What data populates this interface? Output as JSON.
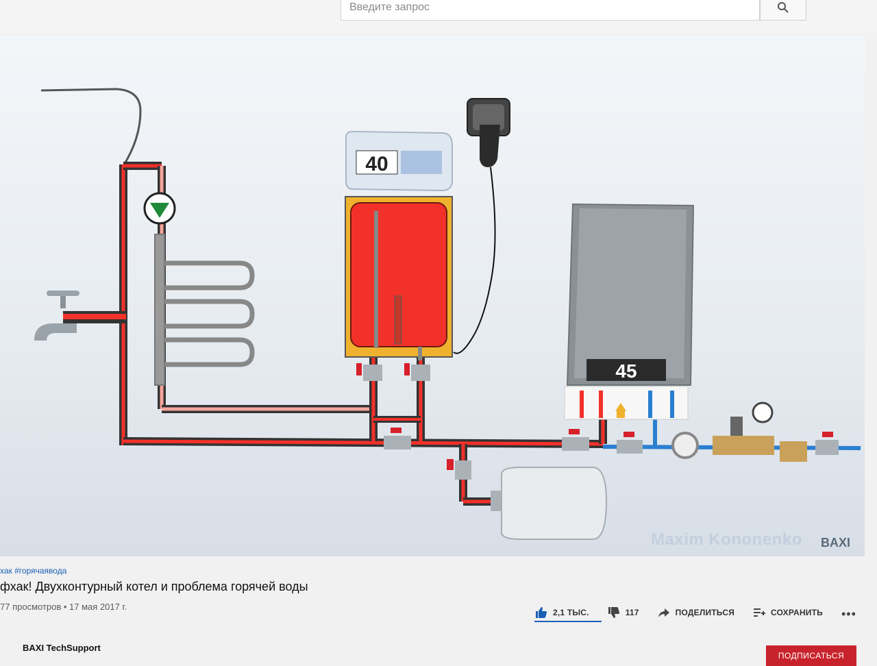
{
  "search": {
    "placeholder": "Введите запрос"
  },
  "video": {
    "thermostat_value": "40",
    "boiler_display": "45",
    "watermark": "Maxim Kononenko",
    "brand": "BAXI"
  },
  "info": {
    "hashtags": "хак #горячаявода",
    "title": "фхак! Двухконтурный котел и проблема горячей воды",
    "meta": "77 просмотров • 17 мая 2017 г."
  },
  "actions": {
    "likes": "2,1 ТЫС.",
    "dislikes": "117",
    "share": "ПОДЕЛИТЬСЯ",
    "save": "СОХРАНИТЬ",
    "more": "•••"
  },
  "channel": {
    "name": "BAXI TechSupport",
    "subscribe": "ПОДПИСАТЬСЯ"
  },
  "colors": {
    "hot": "#f2312a",
    "cold": "#2a7fd1",
    "like_active": "#1a5fb4",
    "subscribe": "#c8232c"
  }
}
